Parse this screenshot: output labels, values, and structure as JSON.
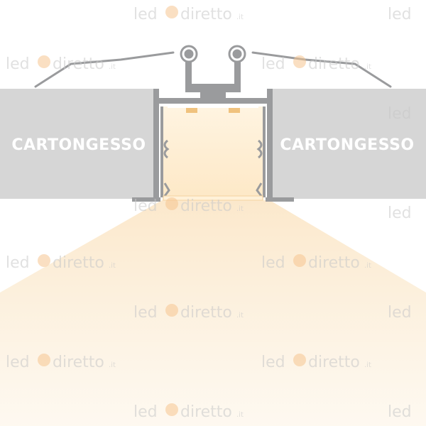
{
  "labels": {
    "left_board": "CARTONGESSO",
    "right_board": "CARTONGESSO"
  },
  "watermark": {
    "text_led": "led",
    "text_diretto": "diretto",
    "text_tld": ".it"
  },
  "colors": {
    "board": "#d6d6d6",
    "profile": "#9a9b9d",
    "light": "#fdf3e2",
    "diffuser": "#fff1d9",
    "led_chip": "#f0c27e",
    "label": "#ffffff"
  }
}
